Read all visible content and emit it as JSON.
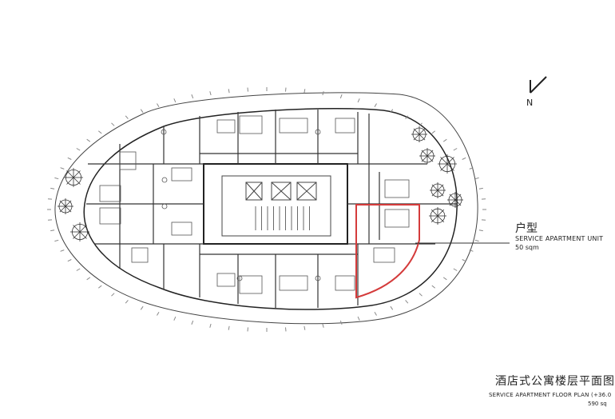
{
  "north_label": "N",
  "unit_callout": {
    "title_zh": "户型",
    "title_en": "SERVICE APARTMENT UNIT",
    "area": "50 sqm",
    "highlight_color": "#d43b3b"
  },
  "drawing_title": {
    "title_zh": "酒店式公寓楼层平面图",
    "title_en": "SERVICE APARTMENT FLOOR PLAN (+36.0",
    "area": "590 sq"
  },
  "colors": {
    "line": "#333333",
    "light": "#888888",
    "accent": "#d43b3b"
  }
}
